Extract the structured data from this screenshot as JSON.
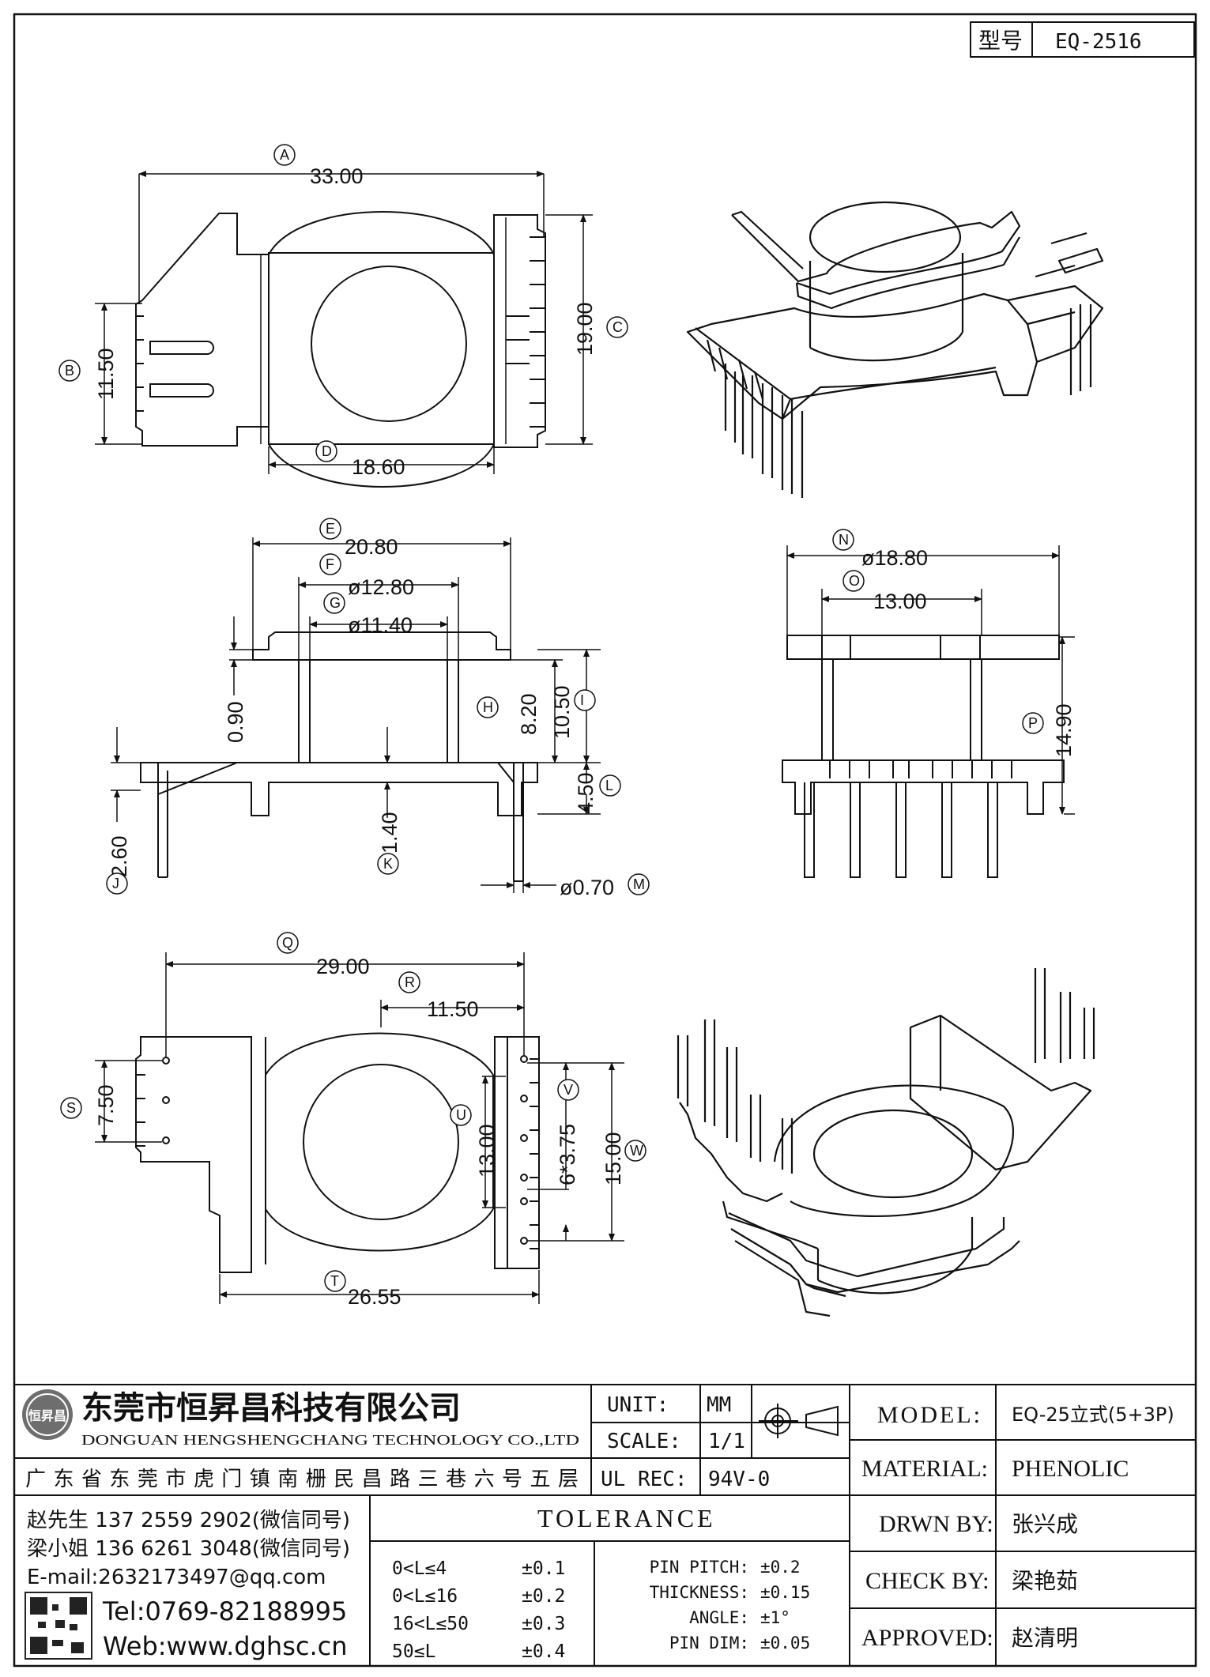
{
  "header": {
    "model_label": "型号",
    "model_value": "EQ-2516"
  },
  "views": {
    "top": {
      "A": "33.00",
      "B": "11.50",
      "C": "19.00",
      "D": "18.60"
    },
    "side": {
      "E": "20.80",
      "F": "ø12.80",
      "G": "ø11.40",
      "H": "8.20",
      "I": "10.50",
      "small": "0.90",
      "J": "2.60",
      "K": "1.40",
      "L": "4.50",
      "M": "ø0.70"
    },
    "front": {
      "N": "ø18.80",
      "O": "13.00",
      "P": "14.90"
    },
    "bottom": {
      "Q": "29.00",
      "R": "11.50",
      "S": "7.50",
      "T": "26.55",
      "U": "13.00",
      "V": "6*3.75",
      "W": "15.00"
    }
  },
  "bubbles": [
    "A",
    "B",
    "C",
    "D",
    "E",
    "F",
    "G",
    "H",
    "I",
    "J",
    "K",
    "L",
    "M",
    "N",
    "O",
    "P",
    "Q",
    "R",
    "S",
    "T",
    "U",
    "V",
    "W"
  ],
  "company": {
    "name_cn": "东莞市恒昇昌科技有限公司",
    "name_en": "DONGUAN HENGSHENGCHANG TECHNOLOGY CO.,LTD",
    "address": "广东省东莞市虎门镇南栅民昌路三巷六号五层",
    "logo_text": "恒昇昌"
  },
  "contacts": {
    "c1": "赵先生 137 2559 2902(微信同号)",
    "c2": "梁小姐 136 6261 3048(微信同号)",
    "email": "E-mail:2632173497@qq.com",
    "tel": "Tel:0769-82188995",
    "web": "Web:www.dghsc.cn"
  },
  "spec": {
    "unit_label": "UNIT:",
    "unit_value": "MM",
    "scale_label": "SCALE:",
    "scale_value": "1/1",
    "ulrec_label": "UL REC:",
    "ulrec_value": "94V-0"
  },
  "tolerance": {
    "title": "TOLERANCE",
    "rows": [
      {
        "range": "0<L≤4",
        "tol": "±0.1"
      },
      {
        "range": "0<L≤16",
        "tol": "±0.2"
      },
      {
        "range": "16<L≤50",
        "tol": "±0.3"
      },
      {
        "range": "50≤L",
        "tol": "±0.4"
      }
    ],
    "extra": [
      {
        "label": "PIN PITCH:",
        "tol": "±0.2"
      },
      {
        "label": "THICKNESS:",
        "tol": "±0.15"
      },
      {
        "label": "ANGLE:",
        "tol": "±1°"
      },
      {
        "label": "PIN DIM:",
        "tol": "±0.05"
      }
    ]
  },
  "titleblock": {
    "model_label": "MODEL:",
    "model_value": "EQ-25立式(5+3P)",
    "material_label": "MATERIAL:",
    "material_value": "PHENOLIC",
    "drawn_label": "DRWN BY:",
    "drawn_value": "张兴成",
    "check_label": "CHECK BY:",
    "check_value": "梁艳茹",
    "approved_label": "APPROVED:",
    "approved_value": "赵清明"
  }
}
